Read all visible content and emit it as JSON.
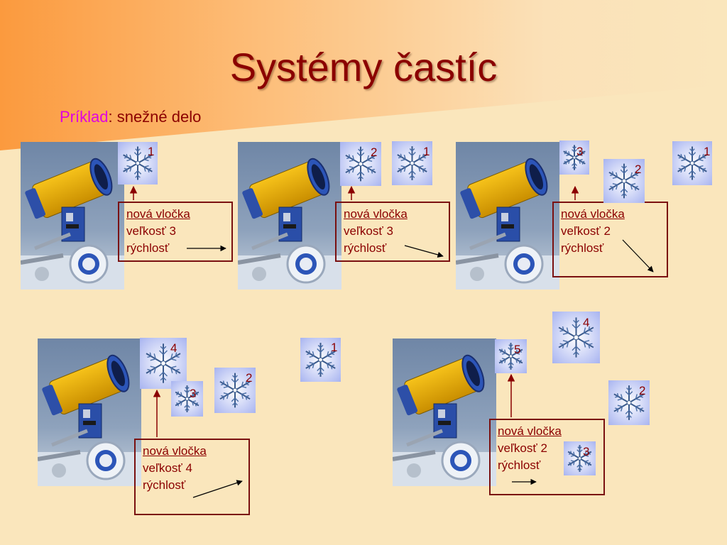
{
  "slide": {
    "title": "Systémy častíc",
    "subtitle_keyword": "Príklad",
    "subtitle_rest": ": snežné delo"
  },
  "colors": {
    "background": "#fae6bc",
    "gradient_orange": "#fb9a3e",
    "title": "#8b0000",
    "keyword": "#e000e0",
    "box_border": "#7a1010"
  },
  "panels": [
    {
      "box": {
        "line1": "nová vločka",
        "line2": "veľkosť 3",
        "line3": "rýchlosť"
      },
      "flakes": [
        {
          "num": "1"
        }
      ]
    },
    {
      "box": {
        "line1": "nová vločka",
        "line2": "veľkosť 3",
        "line3": "rýchlosť"
      },
      "flakes": [
        {
          "num": "2"
        },
        {
          "num": "1"
        }
      ]
    },
    {
      "box": {
        "line1": "nová vločka",
        "line2": "veľkosť 2",
        "line3": "rýchlosť"
      },
      "flakes": [
        {
          "num": "3"
        },
        {
          "num": "2"
        },
        {
          "num": "1"
        }
      ]
    },
    {
      "box": {
        "line1": "nová vločka",
        "line2": "veľkosť 4",
        "line3": "rýchlosť"
      },
      "flakes": [
        {
          "num": "4"
        },
        {
          "num": "3"
        },
        {
          "num": "2"
        },
        {
          "num": "1"
        }
      ]
    },
    {
      "box": {
        "line1": "nová vločka",
        "line2": "veľkosť 2",
        "line3": "rýchlosť"
      },
      "flakes": [
        {
          "num": "5"
        },
        {
          "num": "4"
        },
        {
          "num": "3"
        },
        {
          "num": "2"
        }
      ]
    }
  ],
  "icons": {
    "snowflake": "snowflake-icon",
    "cannon": "snow-cannon-image"
  }
}
